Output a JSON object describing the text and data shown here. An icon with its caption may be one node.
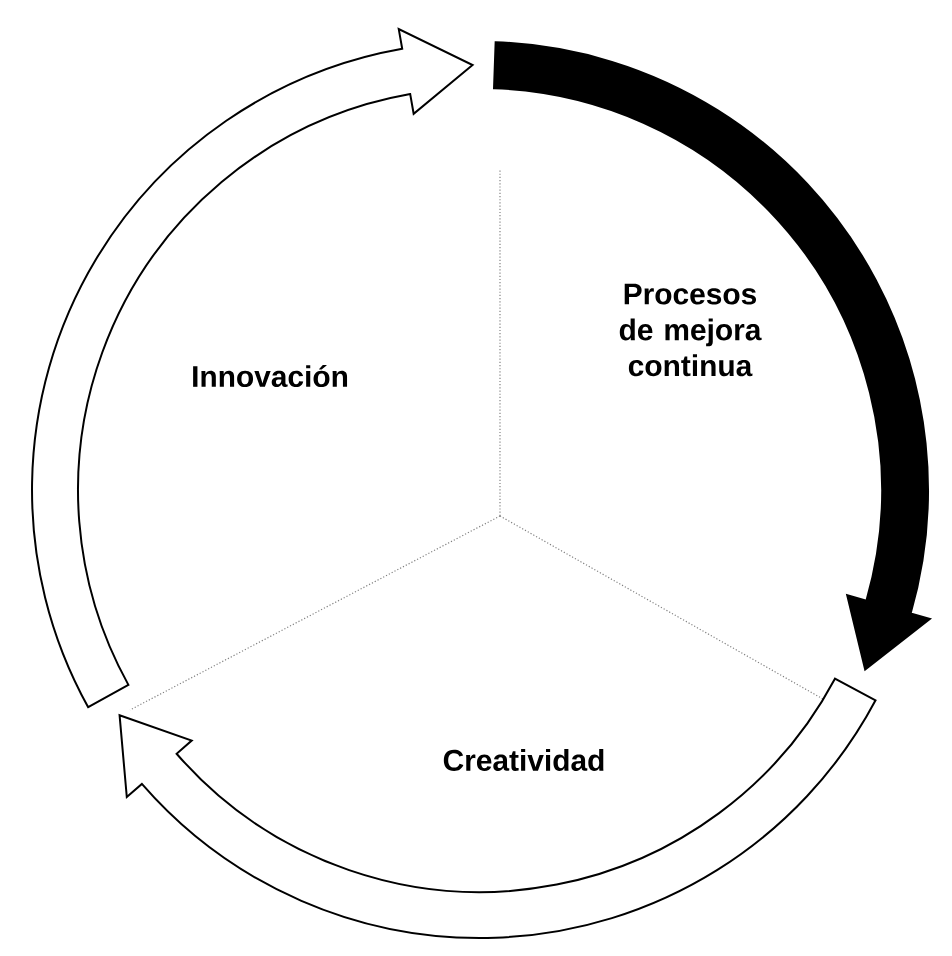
{
  "diagram": {
    "nodes": [
      {
        "text": [
          "Innovación"
        ]
      },
      {
        "text": [
          "Procesos de mejora continua"
        ]
      },
      {
        "text": [
          "Creatividad"
        ]
      }
    ],
    "edges": [
      {
        "from": 0,
        "to": 1,
        "arrow": "to"
      },
      {
        "from": 1,
        "to": 2,
        "arrow": "to",
        "color": "#000000"
      },
      {
        "from": 2,
        "to": 0,
        "arrow": "to"
      }
    ]
  }
}
